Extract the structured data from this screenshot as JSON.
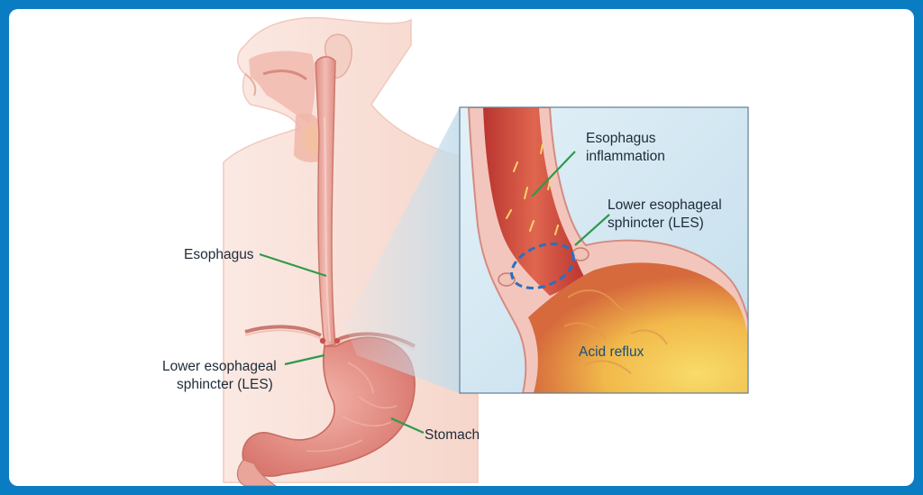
{
  "colors": {
    "frame": "#0a7cc2",
    "leader_line": "#2e9a4a",
    "skin": "#f7d9cf",
    "esophagus": "#e9a59b",
    "stomach": "#e79a90",
    "inset_bg": "#cfe6f2",
    "inflamed_tissue": "#c8413a",
    "acid": "#f3c548",
    "les_marker": "#2a6fc0"
  },
  "labels": {
    "esophagus": "Esophagus",
    "les_main_line1": "Lower esophageal",
    "les_main_line2": "sphincter (LES)",
    "stomach": "Stomach",
    "inflammation_line1": "Esophagus",
    "inflammation_line2": "inflammation",
    "les_inset_line1": "Lower esophageal",
    "les_inset_line2": "sphincter (LES)",
    "acid_reflux": "Acid reflux"
  }
}
